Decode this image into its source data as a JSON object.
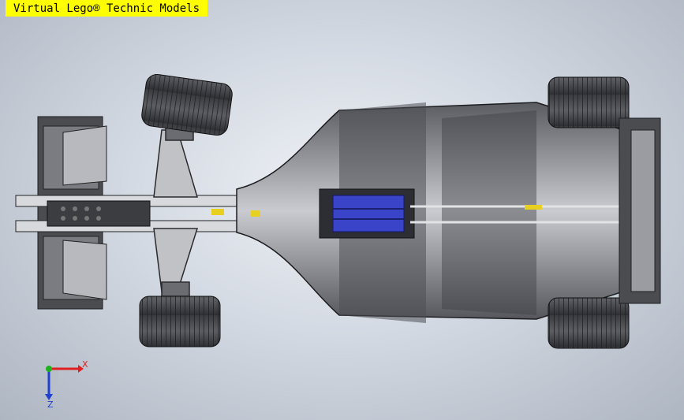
{
  "banner": {
    "title": "Virtual Lego® Technic Models"
  },
  "viewport": {
    "model_name": "F1 Technic car",
    "view": "top"
  },
  "triad": {
    "x_label": "X",
    "z_label": "Z",
    "x_color": "#e02020",
    "y_color": "#20b020",
    "z_color": "#2040d0"
  },
  "colors": {
    "body": "#6e7075",
    "dark": "#2a2b2e",
    "light": "#e8e9ec",
    "engine_blue": "#3a44c8",
    "accent_yellow": "#e8d020"
  }
}
